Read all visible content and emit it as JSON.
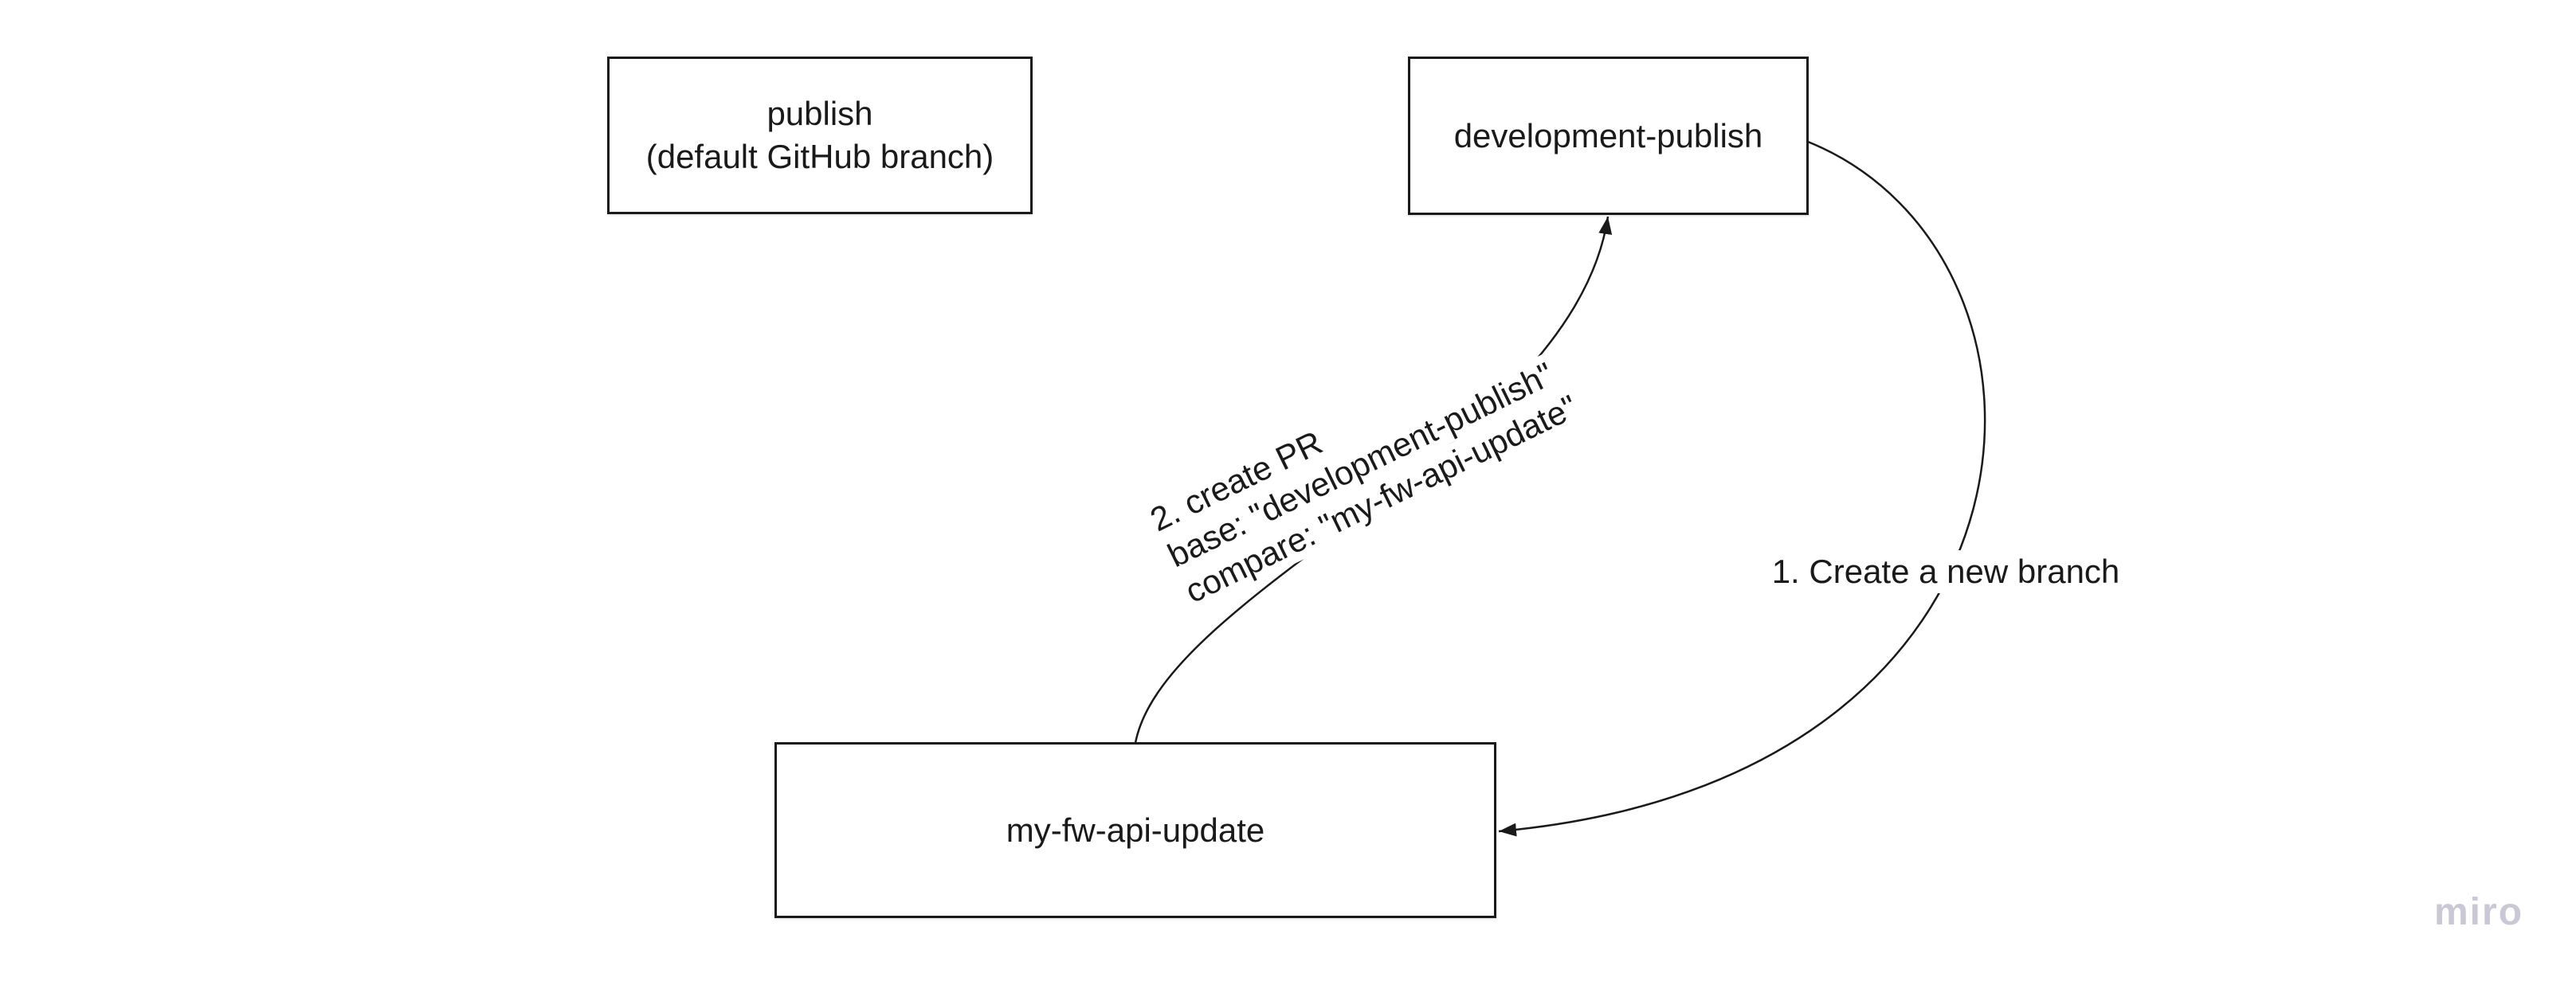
{
  "colors": {
    "background": "#ffffff",
    "stroke": "#1a1a1a",
    "text": "#1a1a1a",
    "watermark": "#c9c8d4"
  },
  "boxes": {
    "publish": {
      "line1": "publish",
      "line2": "(default GitHub branch)"
    },
    "development": {
      "label": "development-publish"
    },
    "feature": {
      "label": "my-fw-api-update"
    }
  },
  "connectors": {
    "create_branch": {
      "label": "1. Create a new branch"
    },
    "create_pr": {
      "line1": "2. create PR",
      "line2": "base: \"development-publish\"",
      "line3": "compare: \"my-fw-api-update\""
    }
  },
  "watermark": {
    "label": "miro"
  }
}
